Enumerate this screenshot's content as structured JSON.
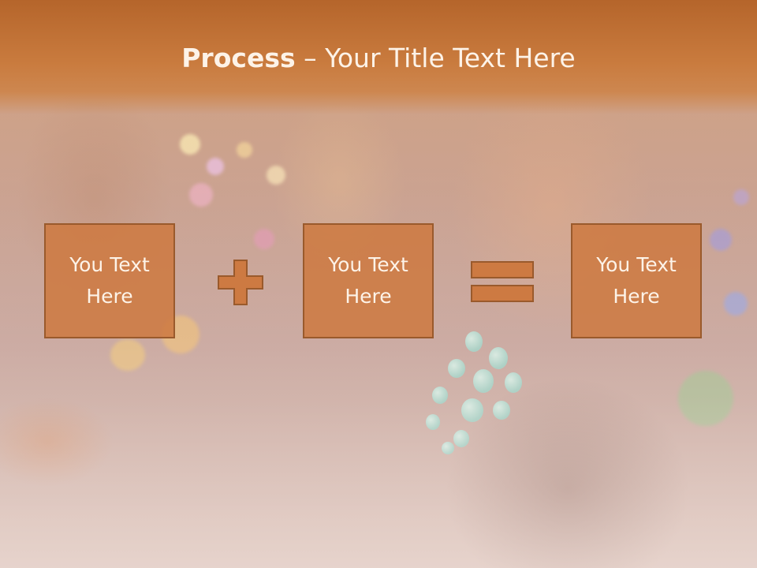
{
  "slide": {
    "title_bold": "Process",
    "title_separator": " – ",
    "title_rest": "Your Title Text Here"
  },
  "process": {
    "boxes": [
      {
        "label": "You Text\nHere"
      },
      {
        "label": "You Text\nHere"
      },
      {
        "label": "You Text\nHere"
      }
    ],
    "operators": [
      "plus-icon",
      "equals-icon"
    ]
  },
  "colors": {
    "title_band": "#c97b3e",
    "box_fill": "#cd7a42",
    "box_border": "#9a5a2c",
    "text": "#fdf3e8"
  }
}
